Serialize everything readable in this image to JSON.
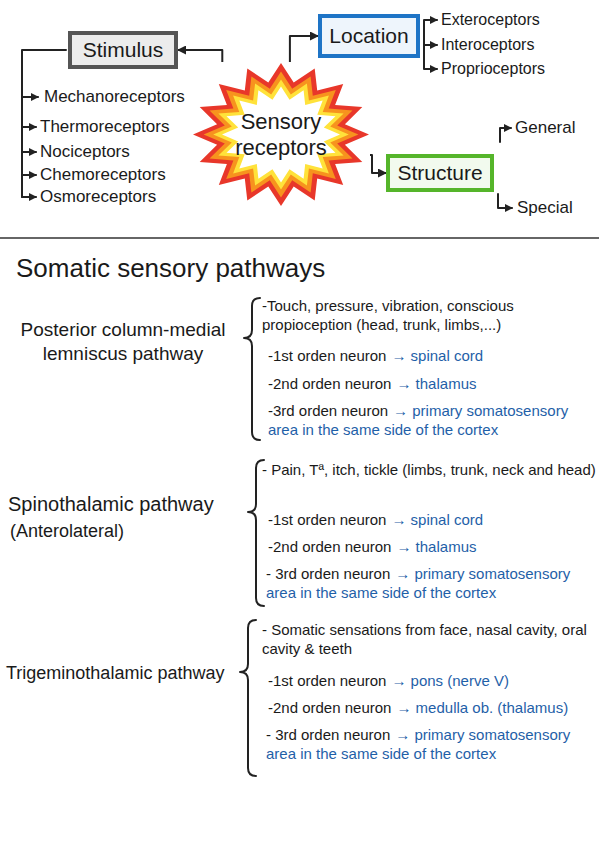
{
  "diagram": {
    "title": "Somatic sensory pathways",
    "nodes": [
      {
        "text": [
          "Sensory receptors"
        ]
      },
      {
        "text": [
          "Stimulus"
        ]
      },
      {
        "text": [
          "Location"
        ]
      },
      {
        "text": [
          "Structure"
        ]
      }
    ],
    "edges": [
      {
        "from": 0,
        "to": 1,
        "arrow": "to"
      },
      {
        "from": 0,
        "to": 2,
        "arrow": "to"
      },
      {
        "from": 0,
        "to": 3,
        "arrow": "to"
      }
    ],
    "labels": [
      "Mechanoreceptors",
      "Thermoreceptors",
      "Nociceptors",
      "Chemoreceptors",
      "Osmoreceptors",
      "Exteroceptors",
      "Interoceptors",
      "Proprioceptors",
      "General",
      "Special",
      "Posterior column-medial lemniscus pathway",
      "-Touch, pressure, vibration, conscious propioception (head, trunk, limbs,...)",
      "-1st orden neuron",
      "→ spinal cord",
      "-2nd orden neuron",
      "→ thalamus",
      "-3rd orden neuron",
      "→ primary somatosensory area in the same side of the cortex",
      "Spinothalamic pathway",
      "(Anterolateral)",
      "- Pain, Tª, itch, tickle (limbs, trunk, neck and head)",
      "-1st orden neuron",
      "→ spinal cord",
      "-2nd orden neuron",
      "→ thalamus",
      "- 3rd orden neuron",
      "→ primary somatosensory area in the same side of the cortex",
      "Trigeminothalamic pathway",
      "- Somatic sensations from face, nasal cavity, oral cavity & teeth",
      "-1st orden neuron",
      "→ pons (nerve V)",
      "-2nd orden neuron",
      "→ medulla ob. (thalamus)",
      "- 3rd orden neuron",
      "→ primary somatosensory area in the same side of the cortex"
    ]
  }
}
